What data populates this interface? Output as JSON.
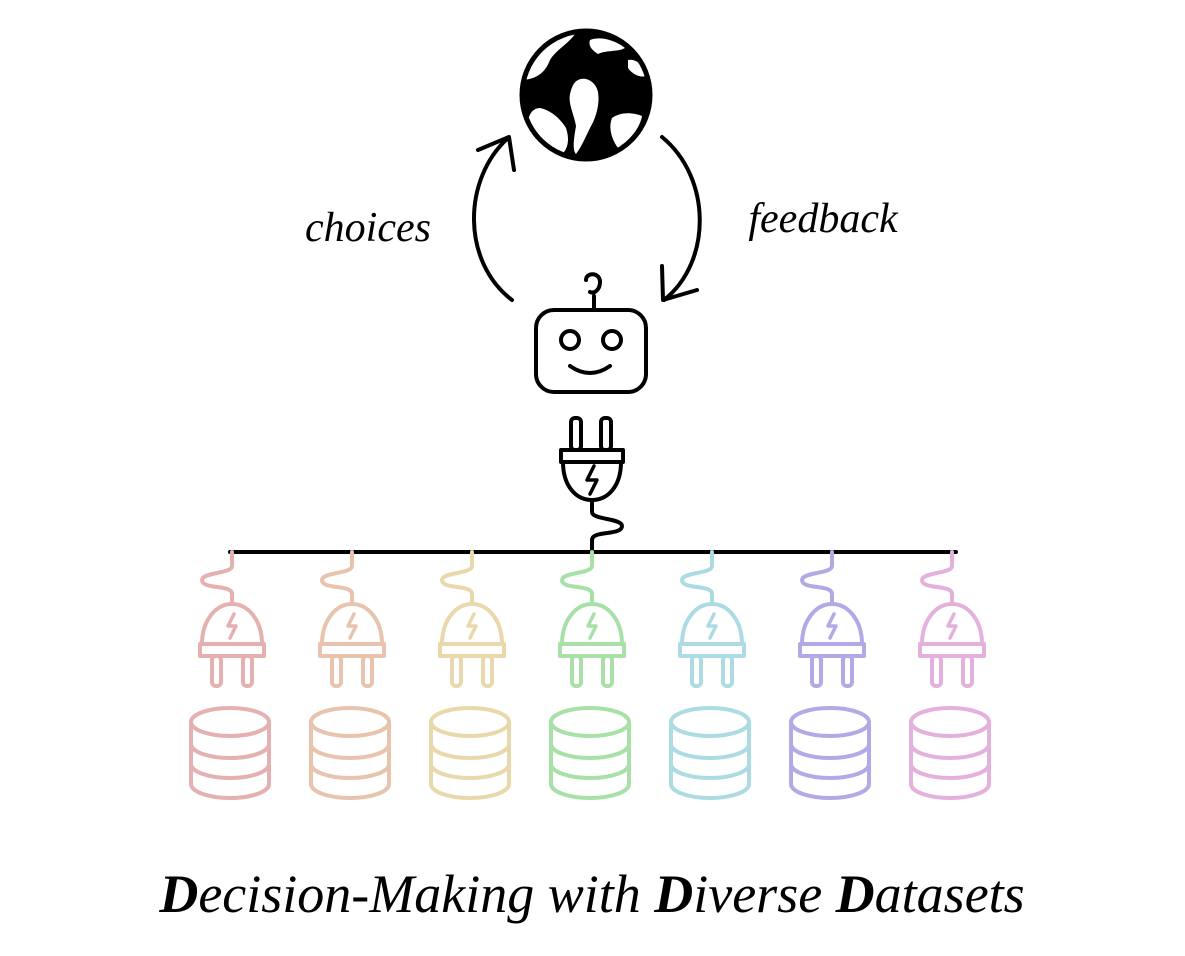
{
  "labels": {
    "left_arrow": "choices",
    "right_arrow": "feedback"
  },
  "title": {
    "bold_1": "D",
    "rest_1": "ecision-Making with ",
    "bold_2": "D",
    "rest_2": "iverse ",
    "bold_3": "D",
    "rest_3": "atasets"
  },
  "icons": {
    "world": "globe-icon",
    "agent": "robot-icon",
    "connector": "plug-icon",
    "dataset": "database-icon"
  },
  "datasets": [
    {
      "color": "#e4b0b0"
    },
    {
      "color": "#e8c3ae"
    },
    {
      "color": "#ead8ad"
    },
    {
      "color": "#a8e0a8"
    },
    {
      "color": "#acdbe3"
    },
    {
      "color": "#b4a8e6"
    },
    {
      "color": "#e4b0dc"
    }
  ]
}
